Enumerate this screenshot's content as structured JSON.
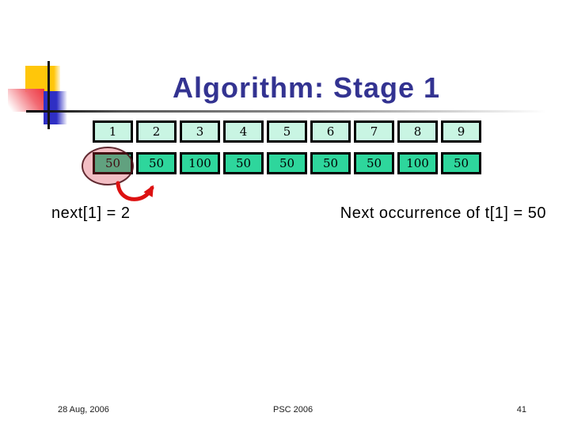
{
  "slide": {
    "title": "Algorithm: Stage 1",
    "table": {
      "index_row": [
        "1",
        "2",
        "3",
        "4",
        "5",
        "6",
        "7",
        "8",
        "9"
      ],
      "value_row": [
        "50",
        "50",
        "100",
        "50",
        "50",
        "50",
        "50",
        "100",
        "50"
      ],
      "highlighted_value_index": 0
    },
    "captions": {
      "left": "next[1] = 2",
      "right": "Next occurrence of t[1] = 50"
    },
    "footer": {
      "date": "28 Aug, 2006",
      "event": "PSC 2006",
      "slide_number": "41"
    },
    "colors": {
      "title_text": "#333391",
      "index_row_fill": "#c9f5e3",
      "value_row_fill": "#2ed69c",
      "cell_border": "#000000",
      "highlight_ellipse_fill": "rgba(214,40,60,0.30)",
      "arrow_red": "#dd1111",
      "accent_yellow": "#ffc60a",
      "accent_red": "#ee3640",
      "accent_blue": "#2f2fc4"
    }
  }
}
